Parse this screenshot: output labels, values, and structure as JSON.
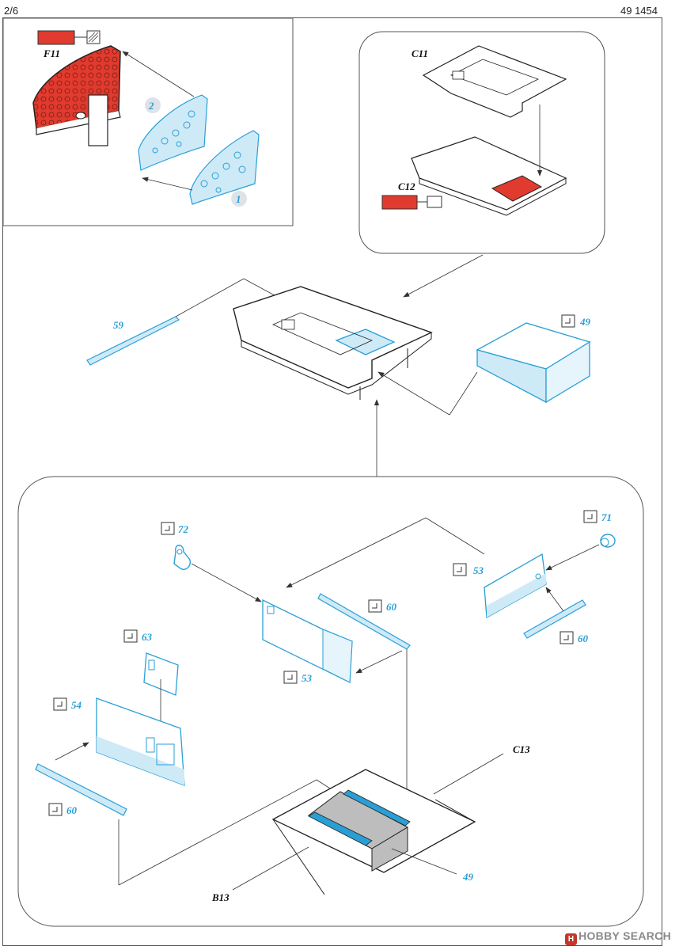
{
  "header": {
    "page": "2/6",
    "kit_number": "49 1454"
  },
  "watermark": {
    "logo_letter": "H",
    "text": "HOBBY SEARCH"
  },
  "colors": {
    "cyan": "#2a9fd6",
    "red": "#e03b2e",
    "gray": "#bdbdbd",
    "line": "#333333"
  },
  "labels": {
    "f11": "F11",
    "c11": "C11",
    "c12": "C12",
    "c13": "C13",
    "b13": "B13",
    "n1": "1",
    "n2": "2",
    "n59": "59",
    "n49_top": "49",
    "n72": "72",
    "n71": "71",
    "n53_right": "53",
    "n60_mid": "60",
    "n60_right": "60",
    "n63": "63",
    "n53_mid": "53",
    "n54": "54",
    "n60_left": "60",
    "n49_bottom": "49"
  }
}
